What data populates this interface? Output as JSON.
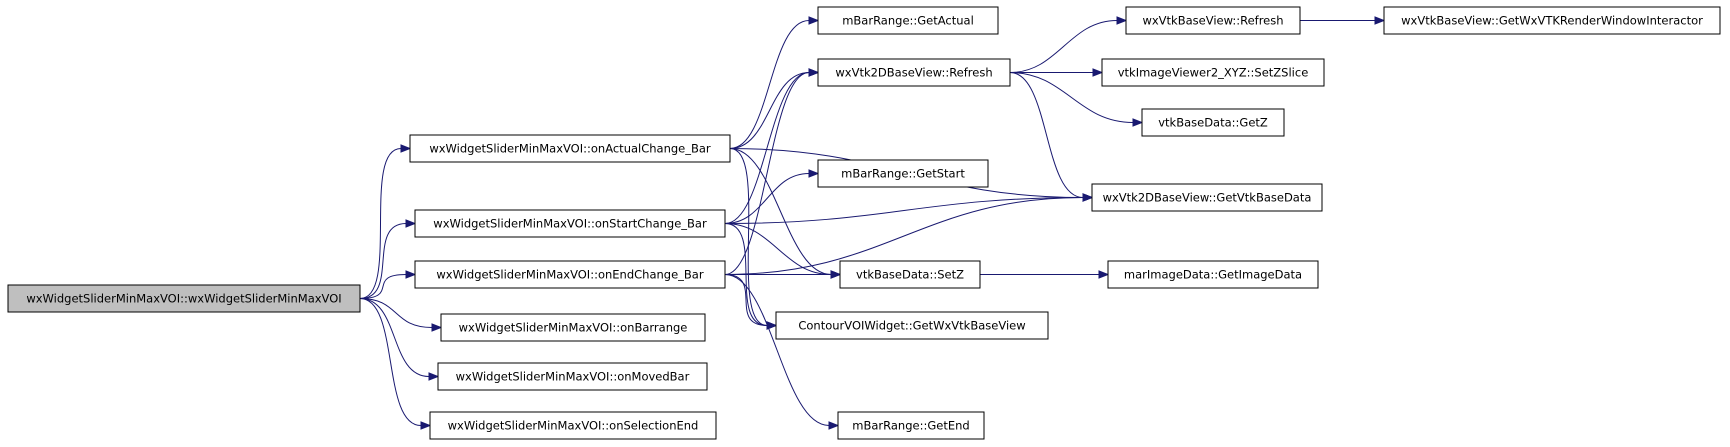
{
  "graph": {
    "colors": {
      "edge": "#191970",
      "root_fill": "#bfbfbf",
      "node_fill": "#ffffff",
      "border": "#000000"
    },
    "nodes": [
      {
        "id": "root",
        "label": "wxWidgetSliderMinMaxVOI::wxWidgetSliderMinMaxVOI",
        "root": true
      },
      {
        "id": "actual",
        "label": "wxWidgetSliderMinMaxVOI::onActualChange_Bar"
      },
      {
        "id": "start",
        "label": "wxWidgetSliderMinMaxVOI::onStartChange_Bar"
      },
      {
        "id": "end",
        "label": "wxWidgetSliderMinMaxVOI::onEndChange_Bar"
      },
      {
        "id": "barr",
        "label": "wxWidgetSliderMinMaxVOI::onBarrange"
      },
      {
        "id": "moved",
        "label": "wxWidgetSliderMinMaxVOI::onMovedBar"
      },
      {
        "id": "sel",
        "label": "wxWidgetSliderMinMaxVOI::onSelectionEnd"
      },
      {
        "id": "getact",
        "label": "mBarRange::GetActual"
      },
      {
        "id": "v2dref",
        "label": "wxVtk2DBaseView::Refresh"
      },
      {
        "id": "getst",
        "label": "mBarRange::GetStart"
      },
      {
        "id": "setz",
        "label": "vtkBaseData::SetZ"
      },
      {
        "id": "contour",
        "label": "ContourVOIWidget::GetWxVtkBaseView"
      },
      {
        "id": "getend",
        "label": "mBarRange::GetEnd"
      },
      {
        "id": "vref",
        "label": "wxVtkBaseView::Refresh"
      },
      {
        "id": "setslc",
        "label": "vtkImageViewer2_XYZ::SetZSlice"
      },
      {
        "id": "getz",
        "label": "vtkBaseData::GetZ"
      },
      {
        "id": "getbd",
        "label": "wxVtk2DBaseView::GetVtkBaseData"
      },
      {
        "id": "imgd",
        "label": "marImageData::GetImageData"
      },
      {
        "id": "interac",
        "label": "wxVtkBaseView::GetWxVTKRenderWindowInteractor"
      }
    ],
    "edges": [
      [
        "root",
        "actual"
      ],
      [
        "root",
        "start"
      ],
      [
        "root",
        "end"
      ],
      [
        "root",
        "barr"
      ],
      [
        "root",
        "moved"
      ],
      [
        "root",
        "sel"
      ],
      [
        "actual",
        "getact"
      ],
      [
        "actual",
        "v2dref"
      ],
      [
        "actual",
        "getbd"
      ],
      [
        "actual",
        "setz"
      ],
      [
        "actual",
        "contour"
      ],
      [
        "start",
        "getst"
      ],
      [
        "start",
        "v2dref"
      ],
      [
        "start",
        "getbd"
      ],
      [
        "start",
        "setz"
      ],
      [
        "start",
        "contour"
      ],
      [
        "end",
        "v2dref"
      ],
      [
        "end",
        "setz"
      ],
      [
        "end",
        "contour"
      ],
      [
        "end",
        "getbd"
      ],
      [
        "end",
        "getend"
      ],
      [
        "v2dref",
        "vref"
      ],
      [
        "v2dref",
        "setslc"
      ],
      [
        "v2dref",
        "getz"
      ],
      [
        "v2dref",
        "getbd"
      ],
      [
        "vref",
        "interac"
      ],
      [
        "setz",
        "imgd"
      ]
    ]
  }
}
